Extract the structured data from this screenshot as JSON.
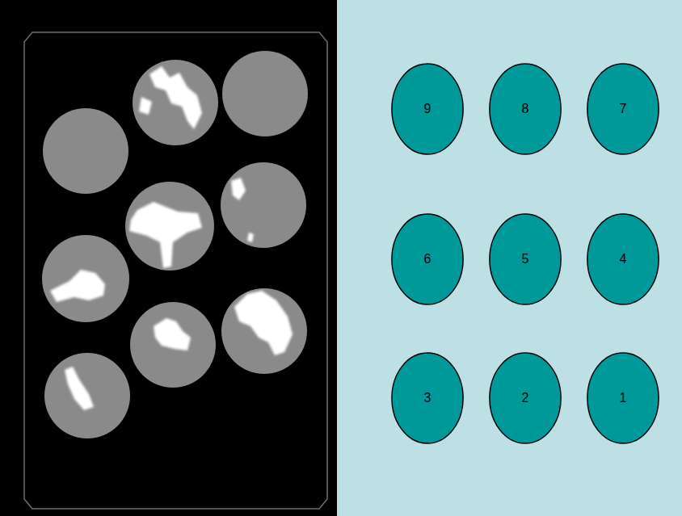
{
  "diagram": {
    "nodes": [
      {
        "text": [
          "9"
        ]
      },
      {
        "text": [
          "8"
        ]
      },
      {
        "text": [
          "7"
        ]
      },
      {
        "text": [
          "6"
        ]
      },
      {
        "text": [
          "5"
        ]
      },
      {
        "text": [
          "4"
        ]
      },
      {
        "text": [
          "3"
        ]
      },
      {
        "text": [
          "2"
        ]
      },
      {
        "text": [
          "1"
        ]
      }
    ]
  }
}
